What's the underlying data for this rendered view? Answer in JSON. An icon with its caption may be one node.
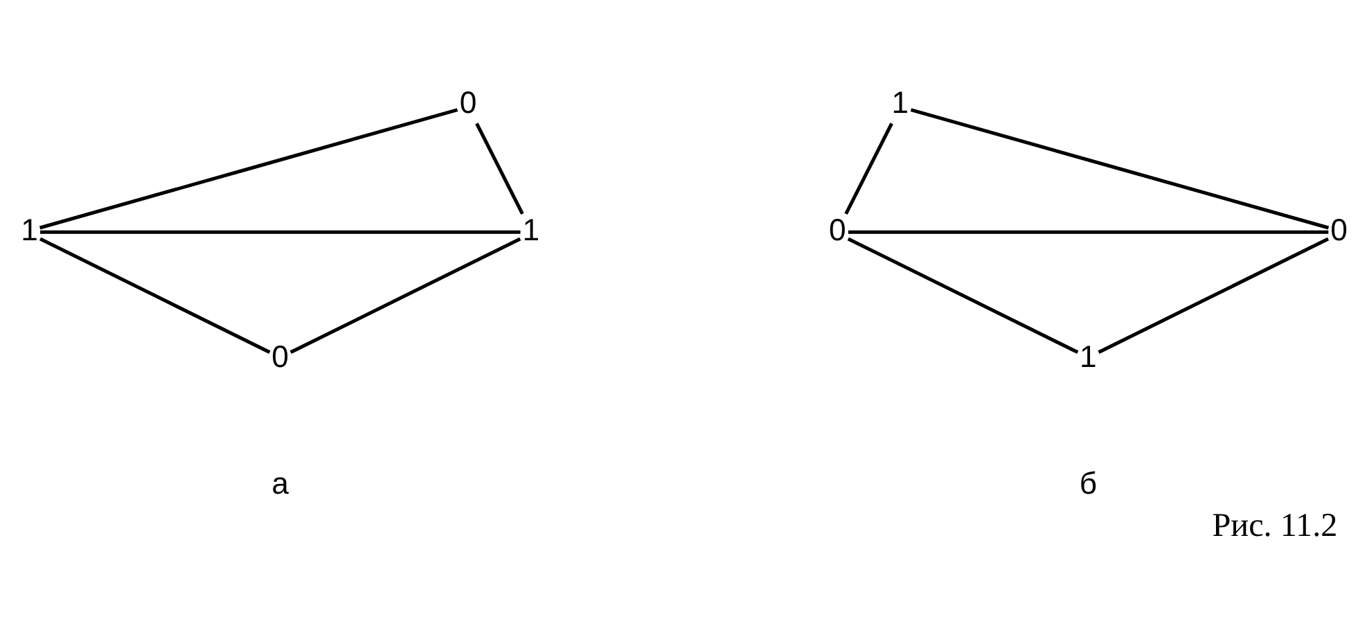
{
  "diagram": {
    "caption": "Рис. 11.2",
    "nodes": [
      {
        "text": [
          "0"
        ]
      },
      {
        "text": [
          "1"
        ]
      },
      {
        "text": [
          "1"
        ]
      },
      {
        "text": [
          "0"
        ]
      },
      {
        "text": [
          "1"
        ]
      },
      {
        "text": [
          "0"
        ]
      },
      {
        "text": [
          "0"
        ]
      },
      {
        "text": [
          "1"
        ]
      }
    ],
    "edges": [
      {
        "from": 0,
        "to": 1,
        "arrow": "none"
      },
      {
        "from": 0,
        "to": 2,
        "arrow": "none"
      },
      {
        "from": 1,
        "to": 2,
        "arrow": "none"
      },
      {
        "from": 1,
        "to": 3,
        "arrow": "none"
      },
      {
        "from": 2,
        "to": 3,
        "arrow": "none"
      },
      {
        "from": 4,
        "to": 5,
        "arrow": "none"
      },
      {
        "from": 4,
        "to": 6,
        "arrow": "none"
      },
      {
        "from": 5,
        "to": 6,
        "arrow": "none"
      },
      {
        "from": 5,
        "to": 7,
        "arrow": "none"
      },
      {
        "from": 6,
        "to": 7,
        "arrow": "none"
      }
    ],
    "labels": [
      "а",
      "б"
    ]
  }
}
